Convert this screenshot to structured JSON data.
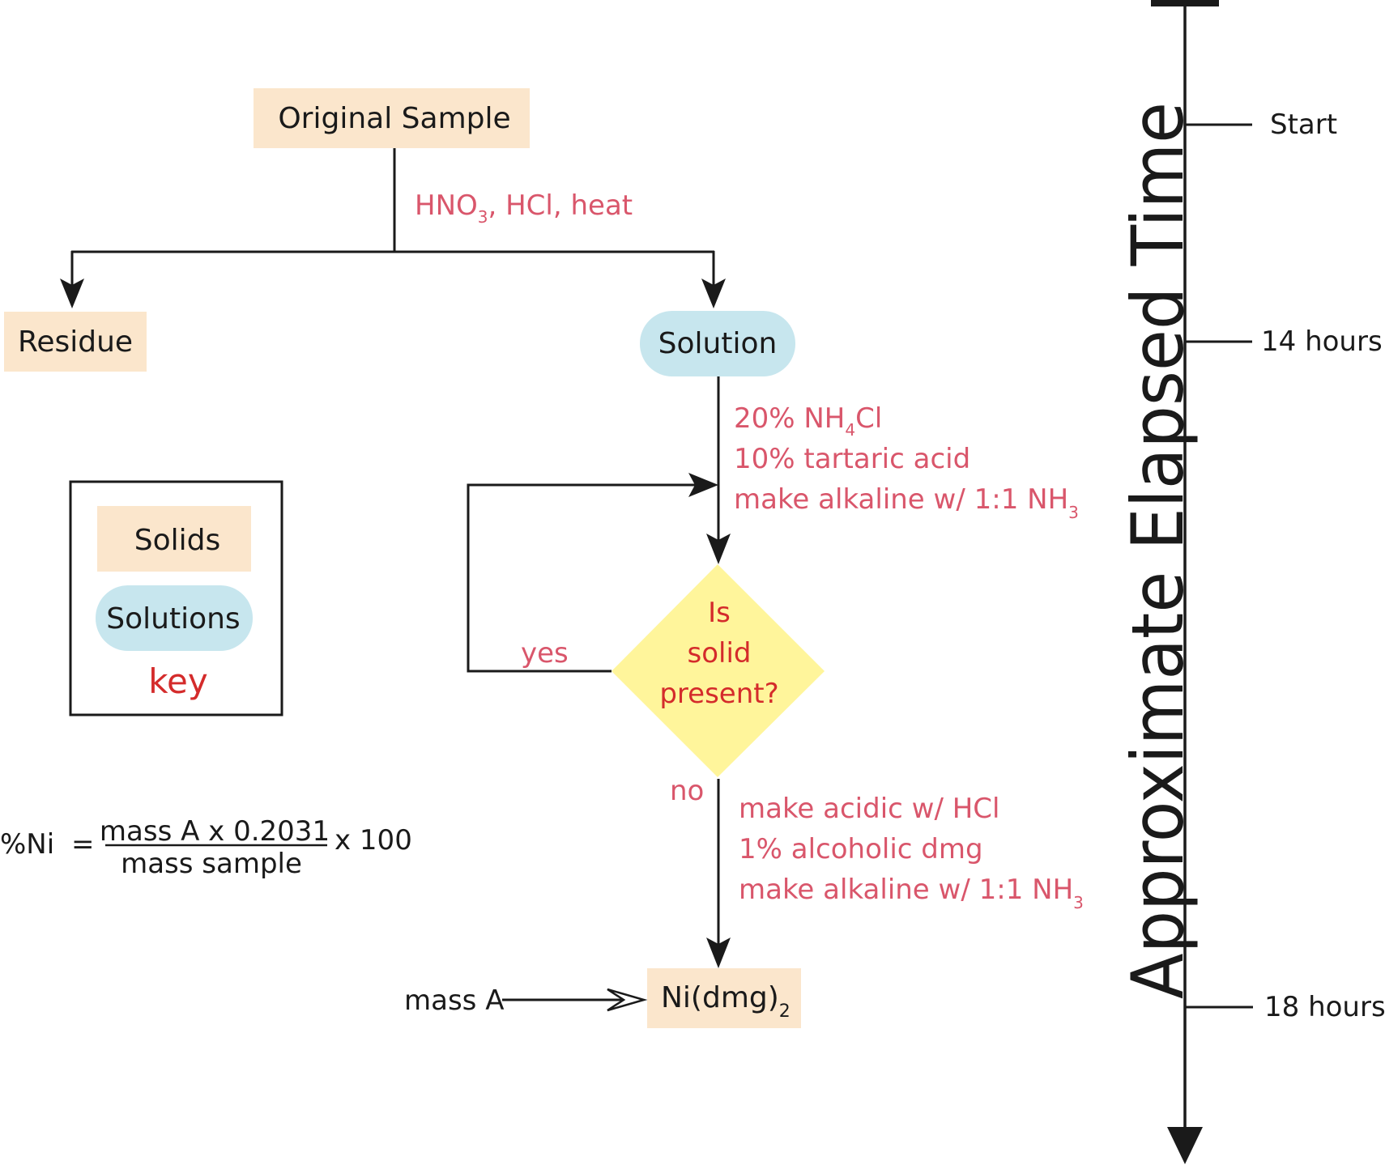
{
  "colors": {
    "solid_fill": "#fbe6cc",
    "solution_fill": "#c7e6ee",
    "decision_fill": "#fff59b",
    "reagent_text": "#d9566b",
    "decision_text": "#d42b2b",
    "line": "#1a1a1a"
  },
  "nodes": {
    "original_sample": "Original Sample",
    "residue": "Residue",
    "solution": "Solution",
    "product_main": "Ni(dmg)",
    "product_sub": "2"
  },
  "reagents": {
    "step1": {
      "a": "HNO",
      "a_sub": "3",
      "b": ", HCl, heat"
    },
    "step2": {
      "line1_a": "20% NH",
      "line1_sub": "4",
      "line1_b": "Cl",
      "line2": "10% tartaric acid",
      "line3": "make alkaline w/ 1:1 NH",
      "line3_sub": "3"
    },
    "step3": {
      "line1": "make acidic w/ HCl",
      "line2": "1% alcoholic dmg",
      "line3": "make alkaline w/ 1:1 NH",
      "line3_sub": "3"
    }
  },
  "decision": {
    "lines": [
      "Is",
      "solid",
      "present?"
    ],
    "yes_label": "yes",
    "no_label": "no"
  },
  "legend": {
    "solids": "Solids",
    "solutions": "Solutions",
    "key": "key"
  },
  "formula": {
    "lhs": "%Ni",
    "equals": "=",
    "numerator": "mass A x 0.2031",
    "denominator": "mass sample",
    "multiplier": "x 100"
  },
  "mass_label": "mass A",
  "timeline": {
    "title": "Approximate Elapsed Time",
    "ticks": [
      "Start",
      "14 hours",
      "18 hours"
    ]
  }
}
